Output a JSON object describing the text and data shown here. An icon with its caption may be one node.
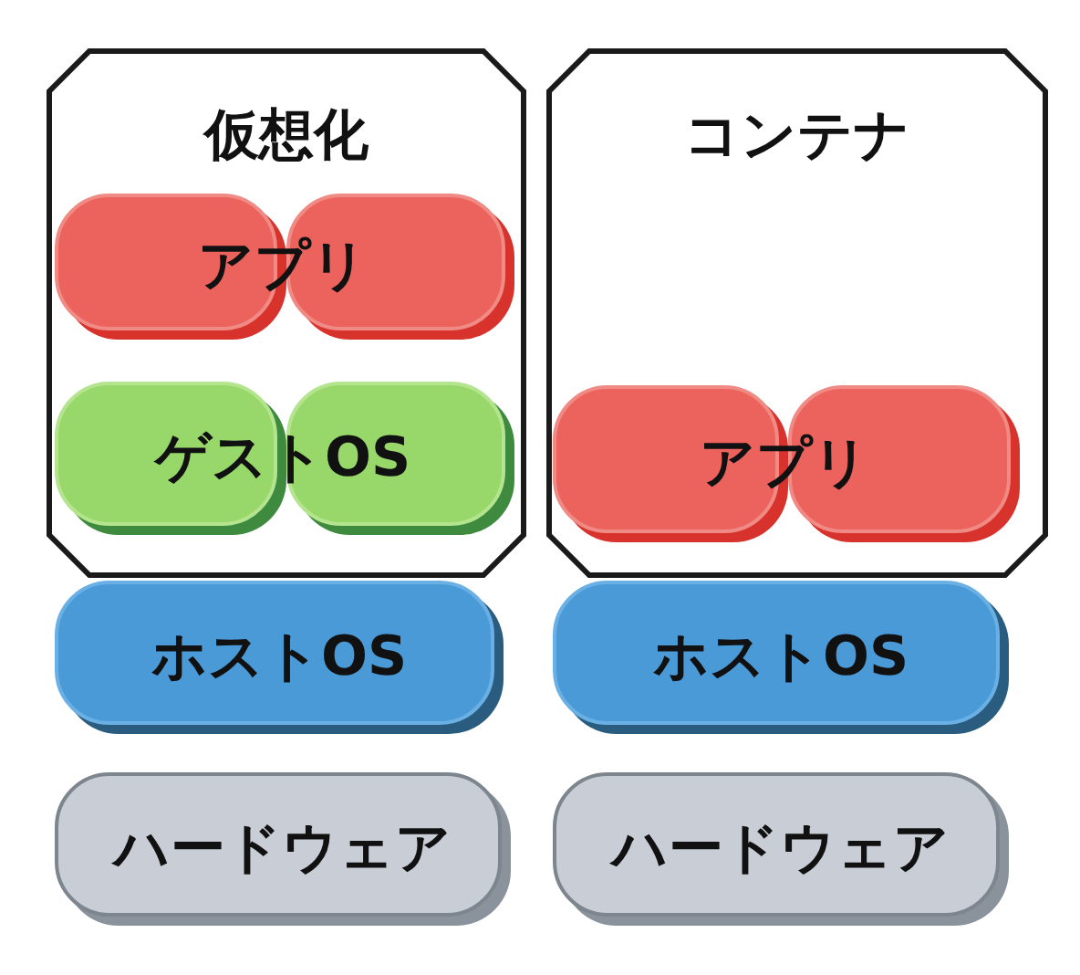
{
  "diagram": {
    "nodes": [
      {
        "text": [
          "仮想化"
        ]
      },
      {
        "text": [
          "アプリ"
        ],
        "in": 0
      },
      {
        "text": [],
        "shape": "box",
        "in": 0
      },
      {
        "text": [
          "ゲストOS"
        ],
        "in": 0
      },
      {
        "text": [],
        "shape": "box",
        "in": 0
      },
      {
        "text": [
          "コンテナ"
        ]
      },
      {
        "text": [
          "アプリ"
        ],
        "in": 5
      },
      {
        "text": [],
        "shape": "box",
        "in": 5
      },
      {
        "text": [
          "ホストOS"
        ]
      },
      {
        "text": [
          "ホストOS"
        ]
      },
      {
        "text": [
          "ハードウェア"
        ]
      },
      {
        "text": [
          "ハードウェア"
        ]
      }
    ]
  }
}
